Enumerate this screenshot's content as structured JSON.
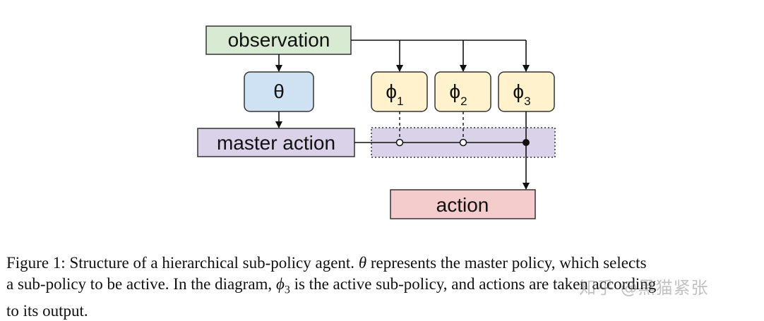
{
  "diagram": {
    "observation": "observation",
    "theta": "θ",
    "master_action": "master action",
    "action": "action",
    "subpolicies": [
      {
        "symbol": "ϕ",
        "index": "1"
      },
      {
        "symbol": "ϕ",
        "index": "2"
      },
      {
        "symbol": "ϕ",
        "index": "3"
      }
    ],
    "colors": {
      "observation_fill": "#d9ead3",
      "theta_fill": "#cfe2f3",
      "master_action_fill": "#d9d2e9",
      "subpolicy_fill": "#fff2cc",
      "action_fill": "#f4cccc",
      "selector_fill": "#d9d2e9"
    }
  },
  "caption": {
    "line1_a": "Figure 1: Structure of a hierarchical sub-policy agent.",
    "theta": "θ",
    "line1_b": "represents the master policy, which selects",
    "line2_a": "a sub-policy to be active. In the diagram,",
    "phi3_symbol": "ϕ",
    "phi3_index": "3",
    "line2_b": "is the active sub-policy, and actions are taken according",
    "line3": "to its output."
  },
  "watermark": "知乎 @黑猫紧张"
}
